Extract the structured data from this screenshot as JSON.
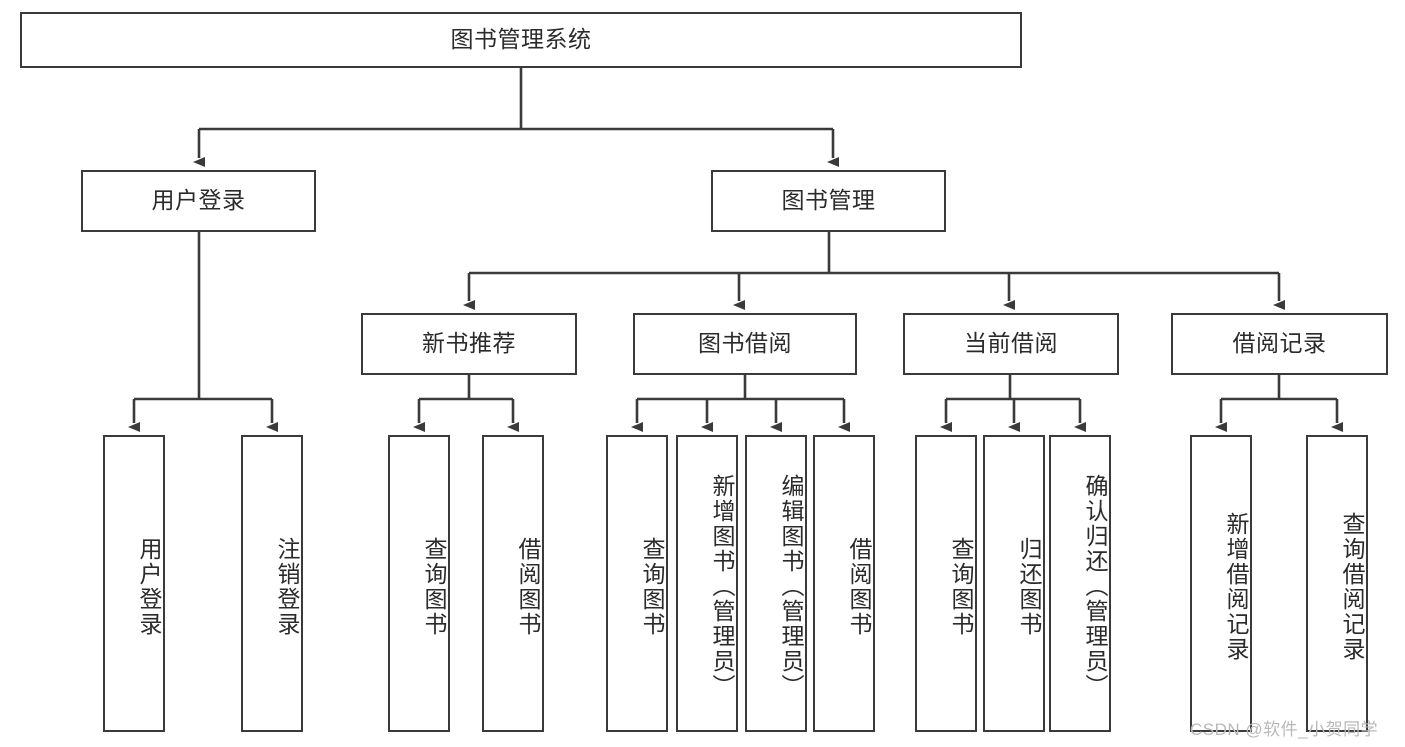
{
  "diagram": {
    "title": "图书管理系统",
    "type": "tree-structure-chart",
    "stroke_color": "#3a3a3a",
    "text_color": "#2b2b2b",
    "background": "#ffffff"
  },
  "root": {
    "label": "图书管理系统"
  },
  "level2": [
    {
      "label": "用户登录"
    },
    {
      "label": "图书管理"
    }
  ],
  "level3": [
    {
      "label": "新书推荐"
    },
    {
      "label": "图书借阅"
    },
    {
      "label": "当前借阅"
    },
    {
      "label": "借阅记录"
    }
  ],
  "leaves": {
    "user_login": [
      {
        "label": "用户登录"
      },
      {
        "label": "注销登录"
      }
    ],
    "new_book_recommend": [
      {
        "label": "查询图书"
      },
      {
        "label": "借阅图书"
      }
    ],
    "book_borrow": [
      {
        "label": "查询图书"
      },
      {
        "label": "新增图书（管理员）"
      },
      {
        "label": "编辑图书（管理员）"
      },
      {
        "label": "借阅图书"
      }
    ],
    "current_borrow": [
      {
        "label": "查询图书"
      },
      {
        "label": "归还图书"
      },
      {
        "label": "确认归还（管理员）"
      }
    ],
    "borrow_record": [
      {
        "label": "新增借阅记录"
      },
      {
        "label": "查询借阅记录"
      }
    ]
  },
  "watermark": {
    "text": "CSDN @软件_小贺同学"
  }
}
